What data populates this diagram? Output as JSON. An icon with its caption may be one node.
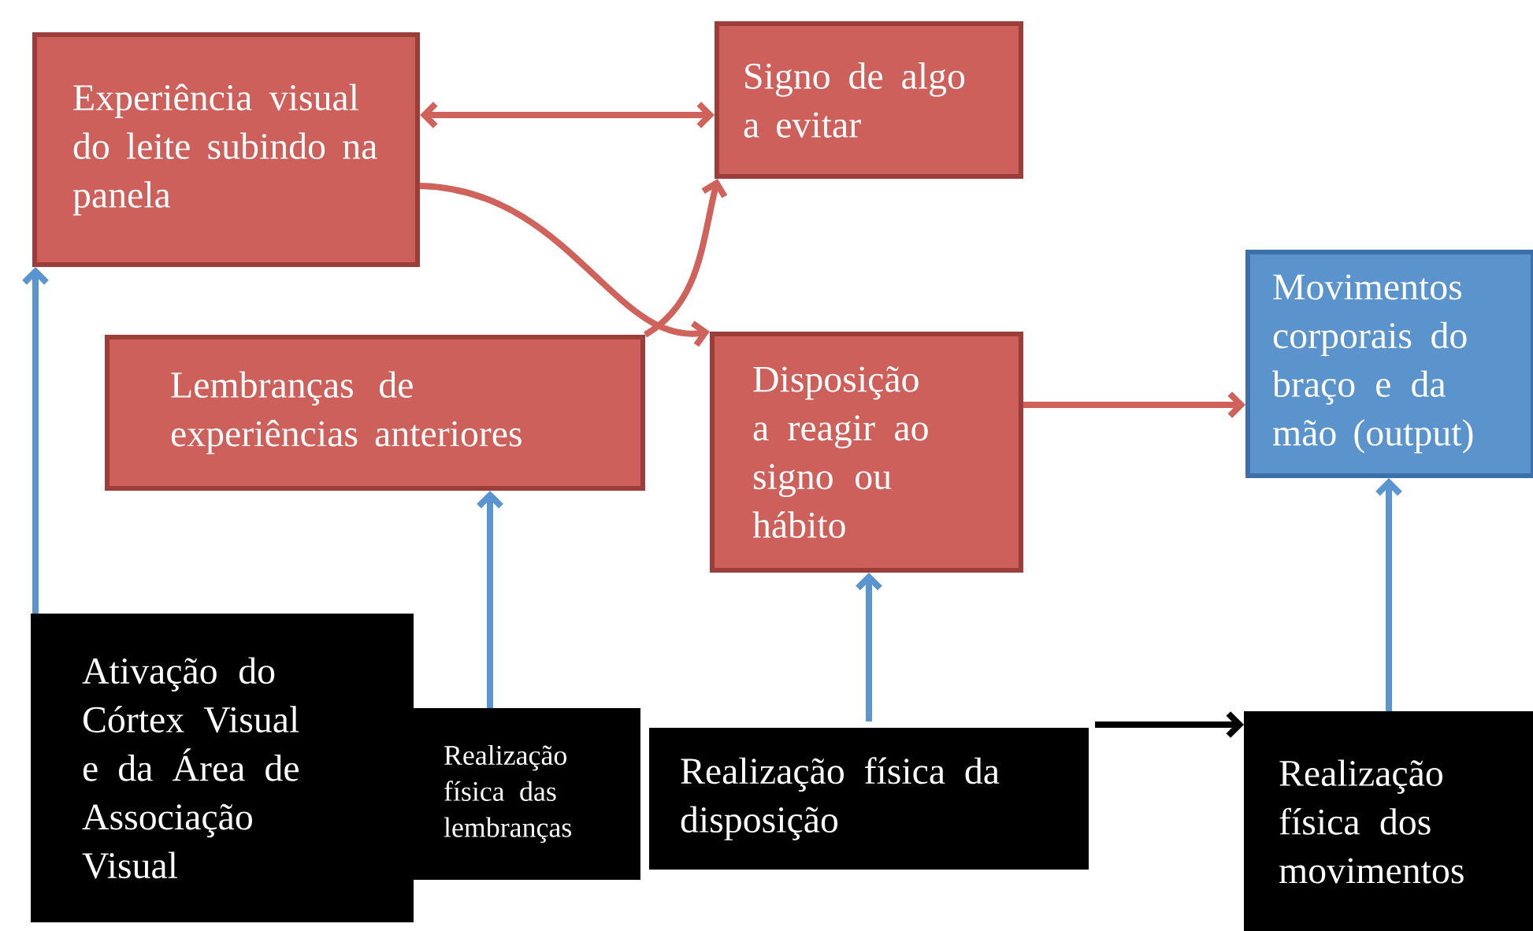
{
  "diagram": {
    "nodes": [
      {
        "text": [
          "Experiência visual do leite subindo na panela"
        ]
      },
      {
        "text": [
          "Signo de algo a evitar"
        ]
      },
      {
        "text": [
          "Lembranças de experiências anteriores"
        ]
      },
      {
        "text": [
          "Disposição a reagir ao signo ou hábito"
        ]
      },
      {
        "text": [
          "Movimentos corporais do braço e da mão (output)"
        ]
      },
      {
        "text": [
          "Ativação do Córtex Visual e da Área de Associação Visual"
        ]
      },
      {
        "text": [
          "Realização física das lembranças"
        ]
      },
      {
        "text": [
          "Realização física da disposição"
        ]
      },
      {
        "text": [
          "Realização física dos movimentos"
        ]
      }
    ],
    "edges": [
      {
        "from": 0,
        "to": 1,
        "arrow": "both",
        "color": "#d0625c"
      },
      {
        "from": 0,
        "to": 3,
        "arrow": "to",
        "color": "#d0625c"
      },
      {
        "from": 2,
        "to": 1,
        "arrow": "to",
        "color": "#d0625c"
      },
      {
        "from": 3,
        "to": 4,
        "arrow": "to",
        "color": "#d0625c"
      },
      {
        "from": 5,
        "to": 0,
        "arrow": "to",
        "color": "#5b95cf"
      },
      {
        "from": 6,
        "to": 2,
        "arrow": "to",
        "color": "#5b95cf"
      },
      {
        "from": 7,
        "to": 3,
        "arrow": "to",
        "color": "#5b95cf"
      },
      {
        "from": 8,
        "to": 4,
        "arrow": "to",
        "color": "#5b95cf"
      },
      {
        "from": 7,
        "to": 8,
        "arrow": "to",
        "color": "#000000"
      }
    ]
  }
}
